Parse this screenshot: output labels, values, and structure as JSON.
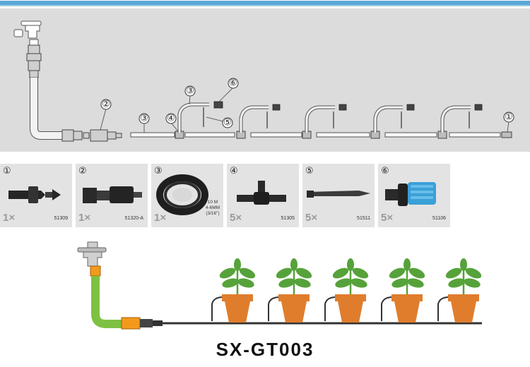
{
  "title": "SX-GT003",
  "colors": {
    "top_bar": "#5aa7d8",
    "panel": "#dcdcdc",
    "card": "#e3e3e3",
    "hose": "#7ec142",
    "connector": "#f39a1e",
    "pot": "#e07d2c",
    "leaf": "#56a23a",
    "dripper": "#3aa0d8"
  },
  "diagram_labels": {
    "tap": "",
    "hose_connector": "②",
    "tubing": "③",
    "tee": "④",
    "stake": "⑤",
    "elbow": "③",
    "dripper": "⑥",
    "end_plug": "①"
  },
  "parts": [
    {
      "number": "①",
      "qty": "1×",
      "code": "51309",
      "spec": "",
      "icon": "end-plug"
    },
    {
      "number": "②",
      "qty": "1×",
      "code": "51320-A",
      "spec": "",
      "icon": "tap-adapter"
    },
    {
      "number": "③",
      "qty": "1×",
      "code": "",
      "spec": [
        "10 M",
        "4-6MM",
        "(3/16\")"
      ],
      "icon": "tube-coil"
    },
    {
      "number": "④",
      "qty": "5×",
      "code": "51305",
      "spec": "",
      "icon": "tee-connector"
    },
    {
      "number": "⑤",
      "qty": "5×",
      "code": "51511",
      "spec": "",
      "icon": "stake"
    },
    {
      "number": "⑥",
      "qty": "5×",
      "code": "51106",
      "spec": "",
      "icon": "adjustable-dripper"
    }
  ]
}
